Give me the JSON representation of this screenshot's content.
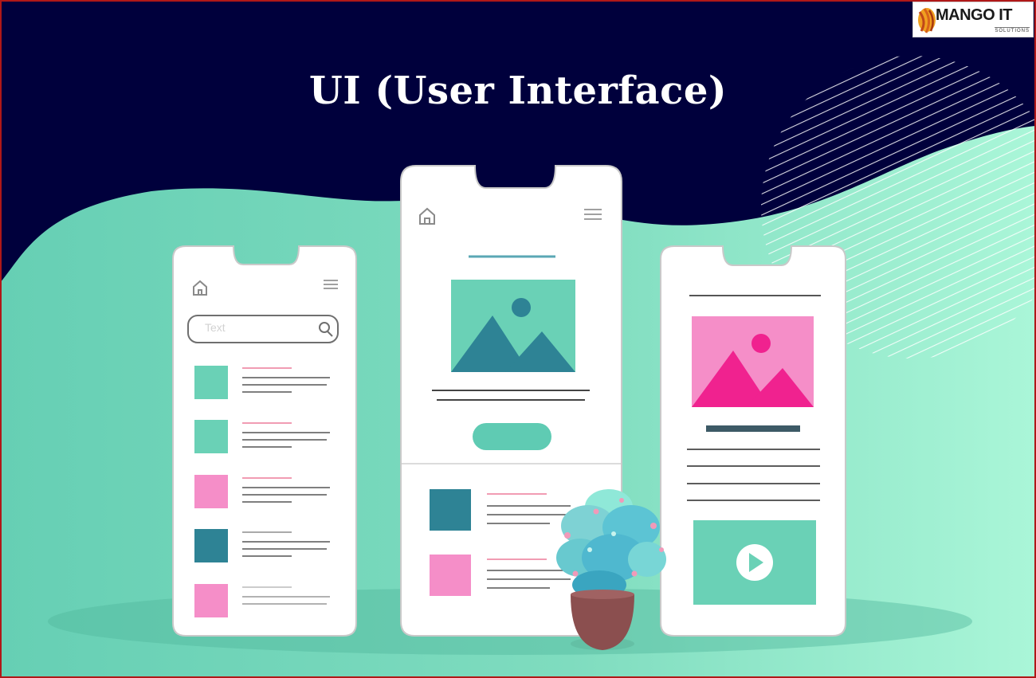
{
  "heading": "UI (User Interface)",
  "logo": {
    "word": "MANGO IT",
    "sub": "SOLUTIONS"
  },
  "left_phone": {
    "search_placeholder": "Text",
    "icons": [
      "home-icon",
      "menu-icon",
      "search-icon"
    ]
  },
  "center_phone": {
    "icons": [
      "home-icon",
      "menu-icon",
      "image-icon"
    ]
  },
  "right_phone": {
    "icons": [
      "image-icon",
      "play-icon"
    ]
  },
  "colors": {
    "background_navy": "#00003c",
    "mint": "#6ad1b6",
    "mint_light": "#a8f5d6",
    "teal_dark": "#2e8395",
    "pink": "#f58ec8",
    "pink_hot": "#f0228f",
    "phone_white": "#ffffff"
  }
}
